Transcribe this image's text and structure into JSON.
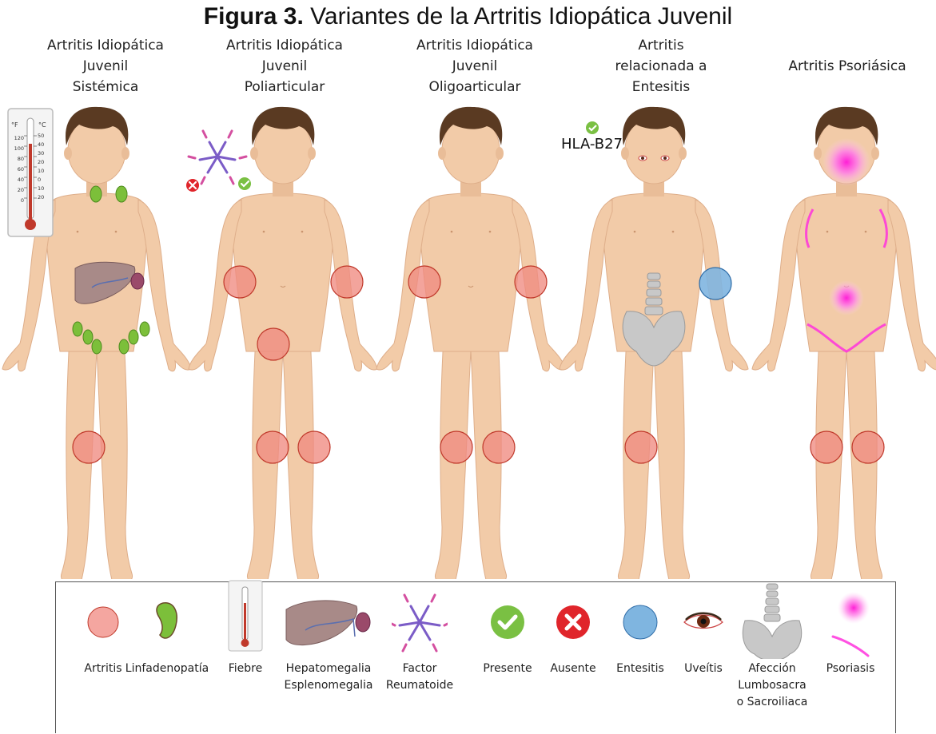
{
  "title": {
    "bold": "Figura 3.",
    "rest": " Variantes de la Artritis Idiopática Juvenil"
  },
  "columns": [
    {
      "lines": [
        "Artritis Idiopática",
        "Juvenil",
        "Sistémica"
      ]
    },
    {
      "lines": [
        "Artritis Idiopática",
        "Juvenil",
        "Poliarticular"
      ]
    },
    {
      "lines": [
        "Artritis Idiopática",
        "Juvenil",
        "Oligoarticular"
      ]
    },
    {
      "lines": [
        "Artritis",
        "relacionada a",
        "Entesitis"
      ]
    },
    {
      "lines": [
        "Artritis Psoriásica"
      ]
    }
  ],
  "hla_label": "HLA-B27",
  "thermometer": {
    "f_unit": "°F",
    "c_unit": "°C",
    "f_ticks": [
      "120",
      "100",
      "80",
      "60",
      "40",
      "20",
      "0"
    ],
    "c_ticks": [
      "50",
      "40",
      "30",
      "20",
      "10",
      "0",
      "10",
      "20"
    ]
  },
  "legend": [
    {
      "label": "Artritis"
    },
    {
      "label": "Linfadenopatía"
    },
    {
      "label": "Fiebre"
    },
    {
      "label": "Hepatomegalia\nEsplenomegalia"
    },
    {
      "label": "Factor\nReumatoide"
    },
    {
      "label": "Presente"
    },
    {
      "label": "Ausente"
    },
    {
      "label": "Entesitis"
    },
    {
      "label": "Uveítis"
    },
    {
      "label": "Afección\nLumbosacra\no Sacroiliaca"
    },
    {
      "label": "Psoriasis"
    }
  ],
  "colors": {
    "skin": "#f2cba8",
    "skin_shadow": "#e5b48f",
    "hair": "#5a3a22",
    "artritis": "#f08a80",
    "artritis_border": "#c0392b",
    "lymph": "#7cbf3a",
    "entesitis": "#7fb5e0",
    "entesitis_border": "#2f6da8",
    "present": "#7ac043",
    "absent": "#e0252b",
    "psoriasis": "#ff33dd",
    "liver": "#a88a88",
    "spine": "#bfbfbf"
  }
}
